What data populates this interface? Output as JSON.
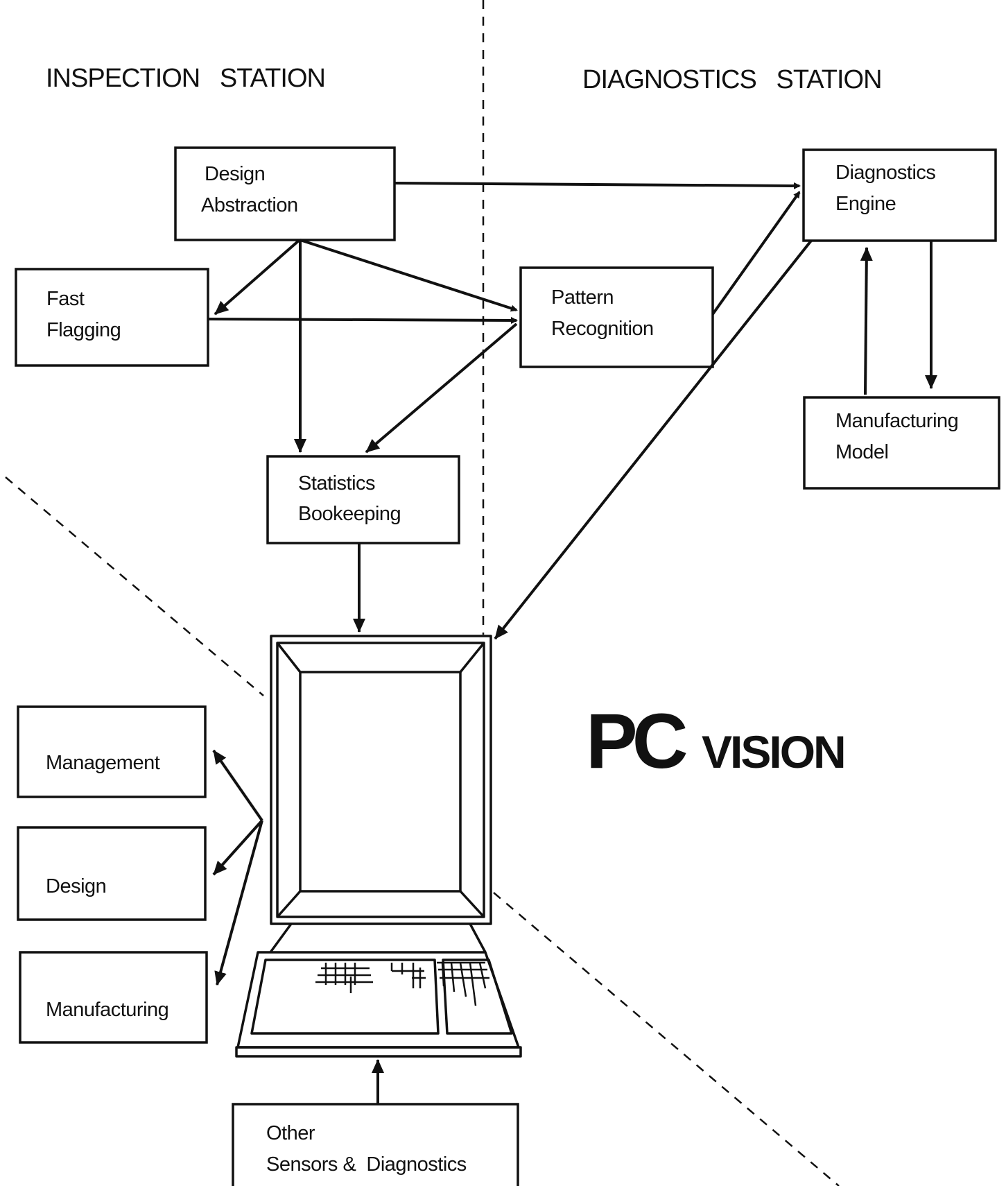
{
  "sections": {
    "inspection": "INSPECTION   STATION",
    "diagnostics": "DIAGNOSTICS   STATION"
  },
  "boxes": {
    "design_abstraction": [
      "Design",
      "Abstraction"
    ],
    "fast_flagging": [
      "Fast",
      "Flagging"
    ],
    "pattern_recognition": [
      "Pattern",
      "Recognition"
    ],
    "diagnostics_engine": [
      "Diagnostics",
      "Engine"
    ],
    "manufacturing_model": [
      "Manufacturing",
      "Model"
    ],
    "statistics_bookkeeping": [
      "Statistics",
      "Bookeeping"
    ],
    "management": "Management",
    "design": "Design",
    "manufacturing": "Manufacturing",
    "other_sensors": [
      "Other",
      "Sensors &  Diagnostics"
    ]
  },
  "product": {
    "pc": "PC",
    "vision": "VISION"
  }
}
